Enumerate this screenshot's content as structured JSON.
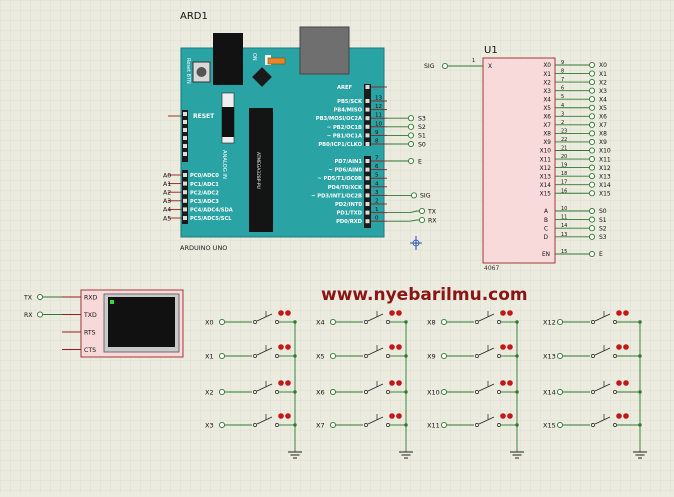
{
  "arduino": {
    "ref": "ARD1",
    "name": "ARDUINO UNO",
    "reset_btn": "Reset BTN",
    "on_label": "ON",
    "reset_label": "RESET",
    "aref": "AREF",
    "analog_label": "ANALOG IN",
    "chip_label": "ATMEGA328P-PU",
    "left_pins": [
      "A0",
      "A1",
      "A2",
      "A3",
      "A4",
      "A5"
    ],
    "left_names": [
      "PC0/ADC0",
      "PC1/ADC1",
      "PC2/ADC2",
      "PC3/ADC3",
      "PC4/ADC4/SDA",
      "PC5/ADC5/SCL"
    ],
    "right_pins_top": [
      "13",
      "12",
      "11",
      "10",
      "9",
      "8"
    ],
    "right_names_top": [
      "PB5/SCK",
      "PB4/MISO",
      "PB3/MOSI/OC2A",
      "~ PB2/OC1B",
      "~ PB1/OC1A",
      "PB0/ICP1/CLKO"
    ],
    "right_pins_bottom": [
      "7",
      "6",
      "5",
      "4",
      "3",
      "2",
      "1",
      "0"
    ],
    "right_names_bottom": [
      "PD7/AIN1",
      "~ PD6/AIN0",
      "~ PD5/T1/OC0B",
      "PD4/T0/XCK",
      "~ PD3/INT1/OC2B",
      "PD2/INT0",
      "PD1/TXD",
      "PD0/RXD"
    ]
  },
  "arduino_nets": {
    "s_top": [
      "S3",
      "S2",
      "S1",
      "S0"
    ],
    "e": "E",
    "sig": "SIG",
    "tx": "TX",
    "rx": "RX"
  },
  "mux": {
    "ref": "U1",
    "part": "4067",
    "pin_x": "X",
    "pin_x_num": "1",
    "sig_label": "SIG",
    "outputs": [
      "X0",
      "X1",
      "X2",
      "X3",
      "X4",
      "X5",
      "X6",
      "X7",
      "X8",
      "X9",
      "X10",
      "X11",
      "X12",
      "X13",
      "X14",
      "X15"
    ],
    "output_pins": [
      "9",
      "8",
      "7",
      "6",
      "5",
      "4",
      "3",
      "2",
      "23",
      "22",
      "21",
      "20",
      "19",
      "18",
      "17",
      "16"
    ],
    "output_labels": [
      "X0",
      "X1",
      "X2",
      "X3",
      "X4",
      "X5",
      "X6",
      "X7",
      "X8",
      "X9",
      "X10",
      "X11",
      "X12",
      "X13",
      "X14",
      "X15"
    ],
    "select_pins": [
      "A",
      "B",
      "C",
      "D"
    ],
    "select_nums": [
      "10",
      "11",
      "14",
      "13"
    ],
    "select_labels": [
      "S0",
      "S1",
      "S2",
      "S3"
    ],
    "en": "EN",
    "en_num": "15",
    "en_label": "E"
  },
  "terminal": {
    "pins": [
      "RXD",
      "TXD",
      "RTS",
      "CTS"
    ],
    "nets": [
      "TX",
      "RX"
    ]
  },
  "watermark": "www.nyebarilmu.com",
  "switches": {
    "columns": [
      [
        "X0",
        "X1",
        "X2",
        "X3"
      ],
      [
        "X4",
        "X5",
        "X6",
        "X7"
      ],
      [
        "X8",
        "X9",
        "X10",
        "X11"
      ],
      [
        "X12",
        "X13",
        "X14",
        "X15"
      ]
    ]
  },
  "colors": {
    "background": "#ebebdf",
    "grid": "#d6d6c8",
    "board": "#2aa3a4",
    "wire": "#2f7a2f",
    "pin_red": "#9b1b1b",
    "switch_dot": "#c41818",
    "watermark": "#8b1414",
    "component_fill": "#f7d9d9",
    "component_stroke": "#a43a3a"
  }
}
